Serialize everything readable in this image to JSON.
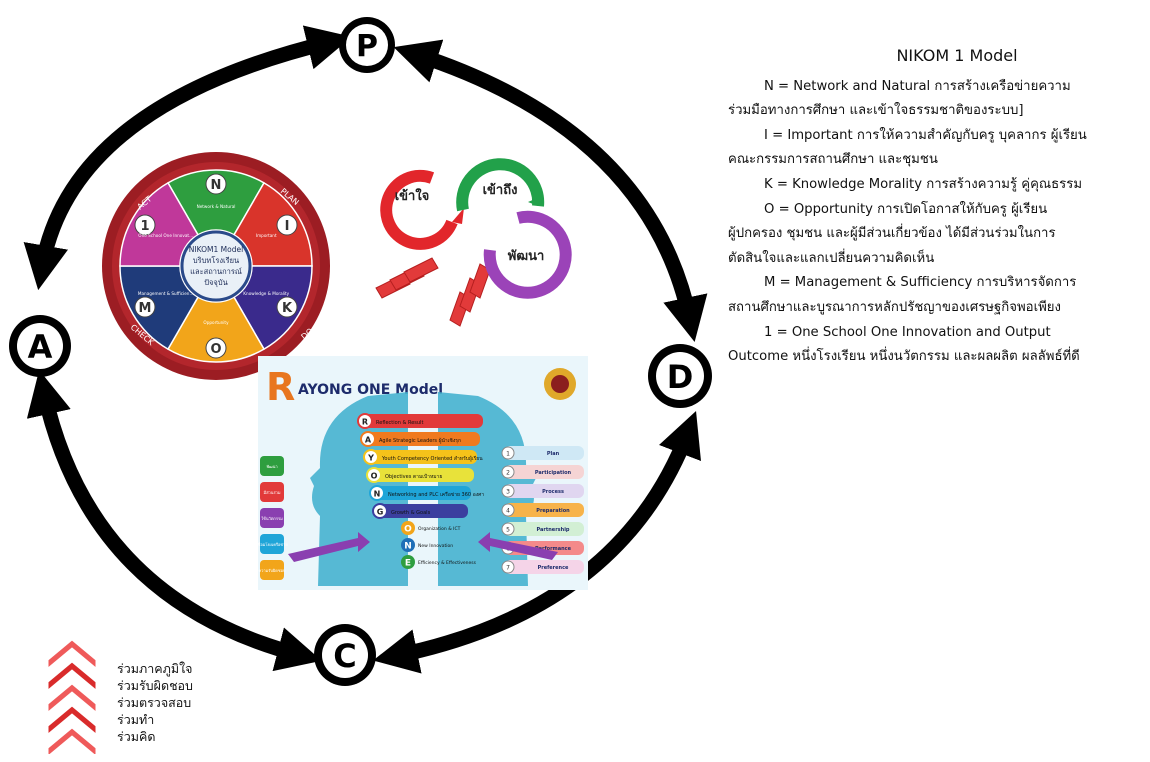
{
  "cycle_nodes": {
    "p": "P",
    "d": "D",
    "c": "C",
    "a": "A"
  },
  "nikom_model": {
    "title": "NIKOM 1 Model",
    "lines": [
      "N = Network and Natural การสร้างเครือข่ายความ",
      "ร่วมมือทางการศึกษา และเข้าใจธรรมชาติของระบบ]",
      "I = Important การให้ความสำคัญกับครู บุคลากร ผู้เรียน",
      "คณะกรรมการสถานศึกษา และชุมชน",
      "K = Knowledge Morality การสร้างความรู้ คู่คุณธรรม",
      "O = Opportunity การเปิดโอกาสให้กับครู ผู้เรียน",
      "ผู้ปกครอง ชุมชน และผู้มีส่วนเกี่ยวข้อง ได้มีส่วนร่วมในการ",
      "ตัดสินใจและแลกเปลี่ยนความคิดเห็น",
      "M = Management & Sufficiency การบริหารจัดการ",
      "สถานศึกษาและบูรณาการหลักปรัชญาของเศรษฐกิจพอเพียง",
      "1 = One School One Innovation and Output",
      "Outcome หนึ่งโรงเรียน หนึ่งนวัตกรรม และผลผลิต ผลลัพธ์ที่ดี"
    ]
  },
  "wheel": {
    "center": [
      "NIKOM1 Model",
      "บริบทโรงเรียน",
      "และสถานการณ์",
      "ปัจจุบัน"
    ],
    "segments": [
      "N",
      "I",
      "K",
      "O",
      "M",
      "1"
    ],
    "segment_titles": [
      "Network & Natural",
      "Important",
      "Knowledge & Morality",
      "Opportunity",
      "Management & Sufficiency",
      "One School One Innovation and Output Outcome"
    ],
    "phases": [
      "ACT",
      "PLAN",
      "DO",
      "CHECK"
    ],
    "colors": [
      "#2e9e3f",
      "#d9342b",
      "#3a2a8c",
      "#f2a51a",
      "#1f3b7a",
      "#c0389a"
    ]
  },
  "circles": {
    "c1": "เข้าใจ",
    "c2": "เข้าถึง",
    "c3": "พัฒนา"
  },
  "rayong": {
    "title_r": "R",
    "title_rest": "AYONG ONE  Model",
    "bands": [
      {
        "letter": "R",
        "text": "Reflection & Result"
      },
      {
        "letter": "A",
        "text": "Agile Strategic Leaders ผู้นำเชิงรุก"
      },
      {
        "letter": "Y",
        "text": "Youth Competency Oriented สำหรับผู้เรียน"
      },
      {
        "letter": "O",
        "text": "Objectives ตามเป้าหมาย"
      },
      {
        "letter": "N",
        "text": "Networking and PLC เครือข่าย 360 องศา"
      },
      {
        "letter": "G",
        "text": "Growth & Goals"
      }
    ],
    "one": [
      "O",
      "N",
      "E"
    ],
    "one_texts": [
      "Organization & ICT",
      "New Innovation",
      "Efficiency & Effectiveness"
    ],
    "left_tags": [
      "พัฒนา",
      "มีส่วนร่วม",
      "ใช้นวัตกรรม",
      "เชื่อมโยงเครือข่าย",
      "ความรับผิดชอบ"
    ],
    "right_tags": [
      "Plan",
      "Participation",
      "Process",
      "Preparation",
      "Partnership",
      "Performance",
      "Preference"
    ]
  },
  "legend": [
    "ร่วมภาคภูมิใจ",
    "ร่วมรับผิดชอบ",
    "ร่วมตรวจสอบ",
    "ร่วมทำ",
    "ร่วมคิด"
  ]
}
